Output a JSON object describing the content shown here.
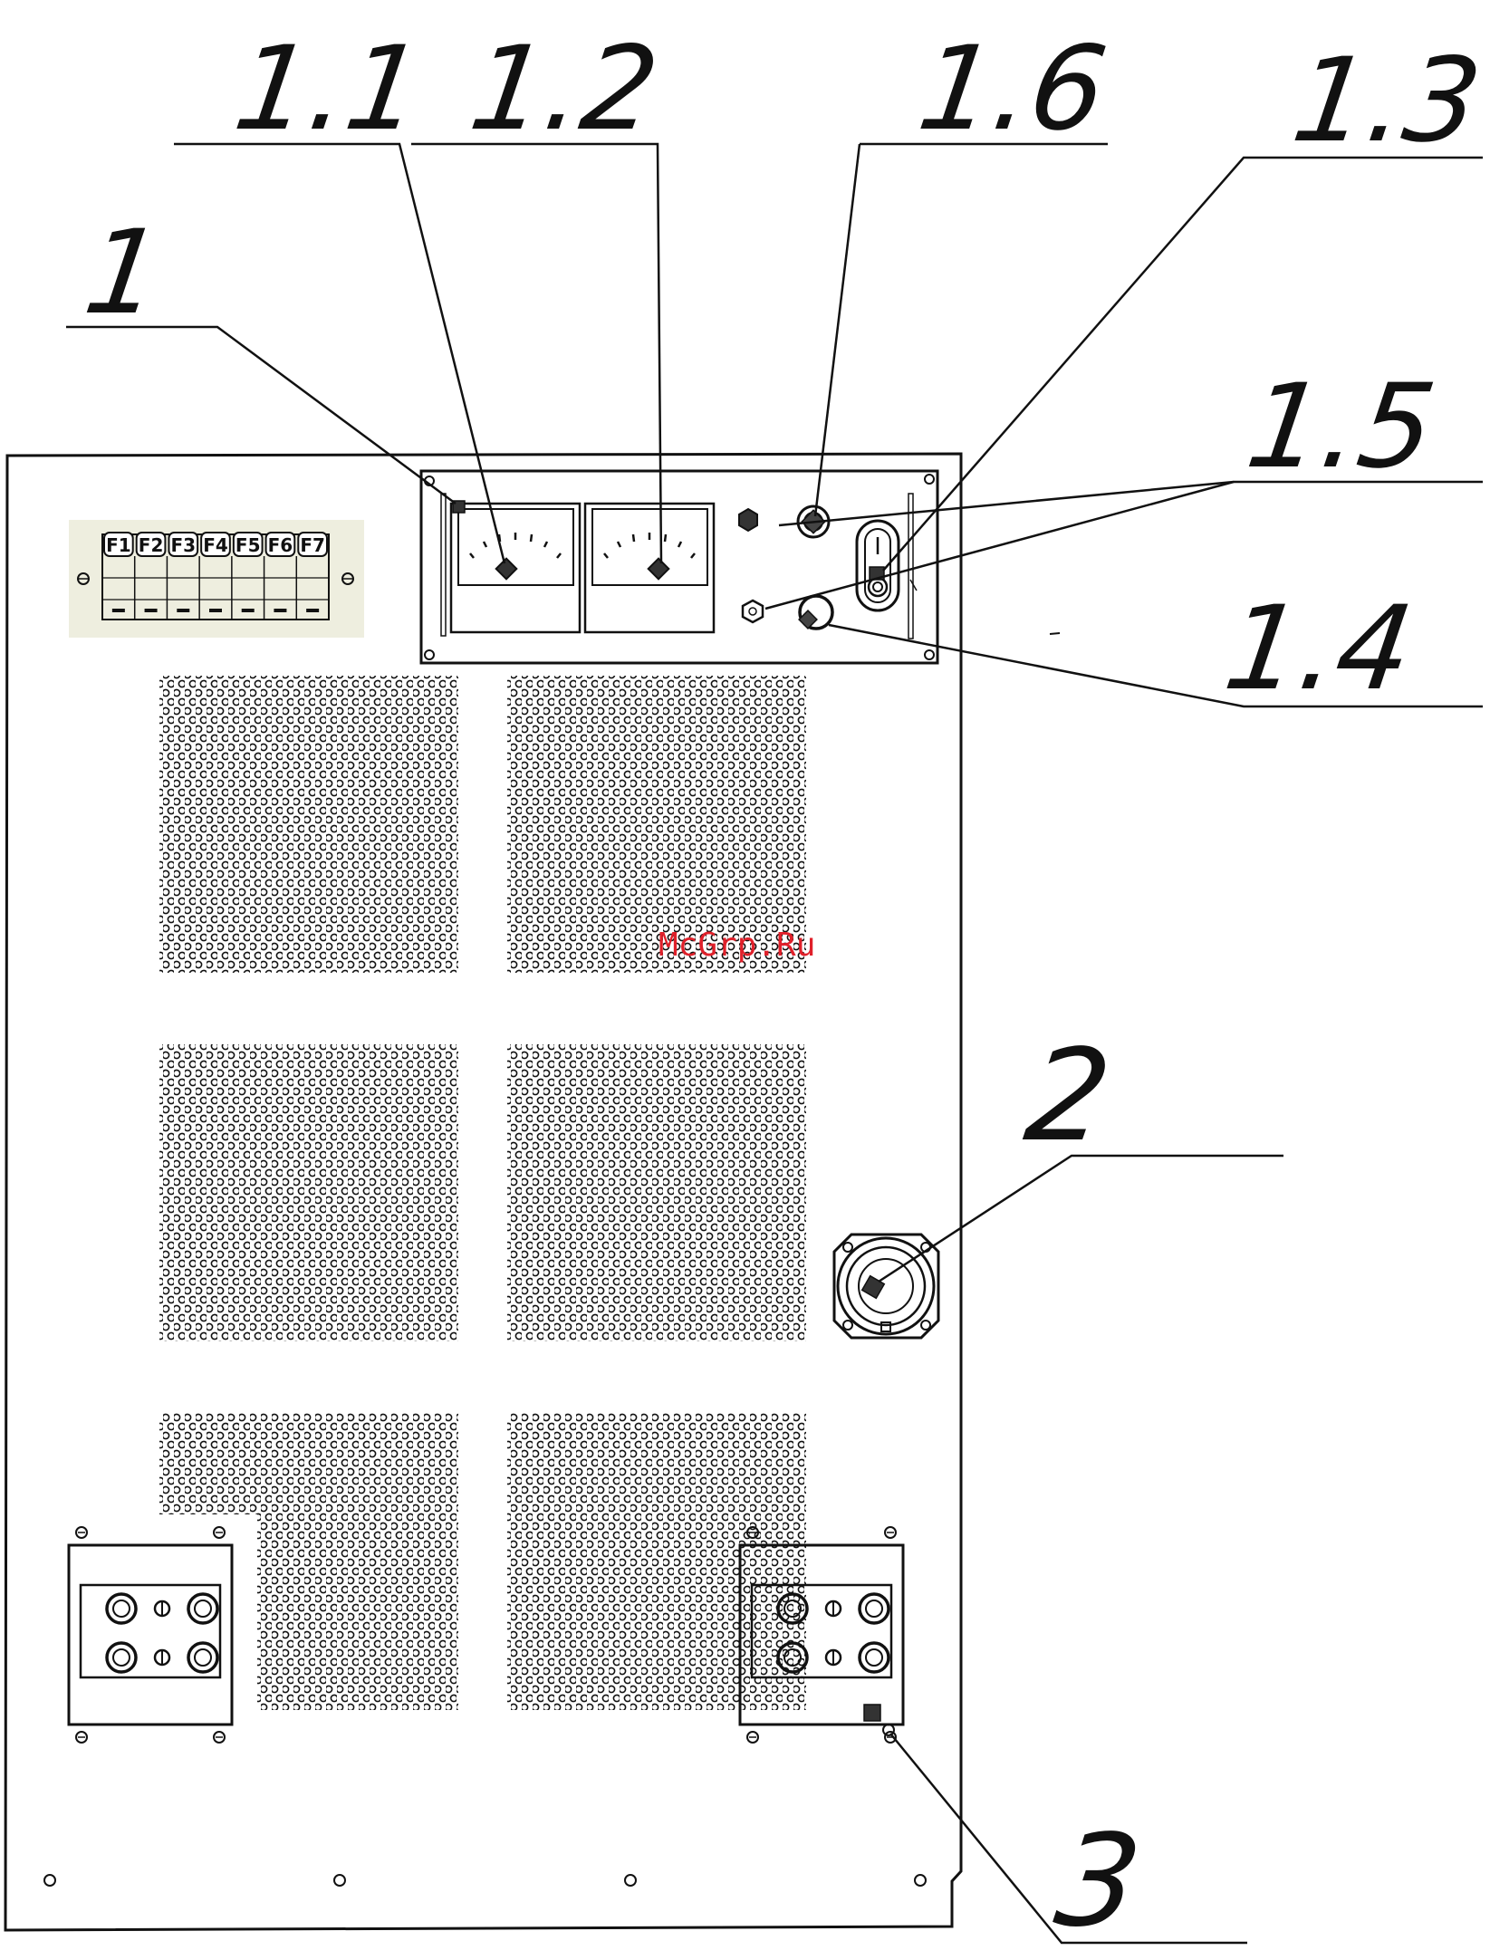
{
  "callouts": {
    "c1": "1",
    "c11": "1.1",
    "c12": "1.2",
    "c16": "1.6",
    "c13": "1.3",
    "c15": "1.5",
    "c14": "1.4",
    "c2": "2",
    "c3": "3"
  },
  "fuses": [
    "F1",
    "F2",
    "F3",
    "F4",
    "F5",
    "F6",
    "F7"
  ],
  "watermark": "McGrp.Ru",
  "colors": {
    "line": "#111111",
    "watermark": "#e0202a",
    "fuse_panel_bg": "#eeeedf"
  }
}
